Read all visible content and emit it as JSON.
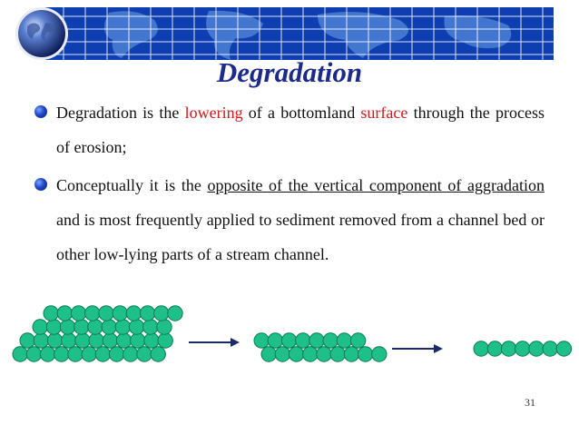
{
  "slide": {
    "title": "Degradation",
    "bullets": [
      {
        "segments": [
          {
            "text": "Degradation is the ",
            "style": "plain"
          },
          {
            "text": "lowering",
            "style": "red"
          },
          {
            "text": " of a bottomland ",
            "style": "plain"
          },
          {
            "text": "surface",
            "style": "red"
          },
          {
            "text": " through the process of erosion;",
            "style": "plain"
          }
        ]
      },
      {
        "segments": [
          {
            "text": "Conceptually it is the ",
            "style": "plain"
          },
          {
            "text": "opposite of the vertical component of aggradation",
            "style": "underline"
          },
          {
            "text": " and is most frequently applied to sediment removed from a channel bed or other low-lying parts of a stream channel.",
            "style": "plain"
          }
        ]
      }
    ],
    "page_number": "31"
  },
  "colors": {
    "banner": "#0d3fb3",
    "title": "#1c2a8a",
    "highlight": "#d01a1a",
    "particle_fill": "#1fbf8a",
    "particle_stroke": "#0b7a55",
    "arrow": "#1a2a6c"
  },
  "diagram": {
    "stages": [
      {
        "name": "thick-deposit",
        "rows": [
          10,
          10,
          11,
          11
        ]
      },
      {
        "name": "thinner-deposit",
        "rows": [
          8,
          9
        ]
      },
      {
        "name": "single-layer",
        "rows": [
          7
        ]
      }
    ],
    "arrows": 2
  }
}
